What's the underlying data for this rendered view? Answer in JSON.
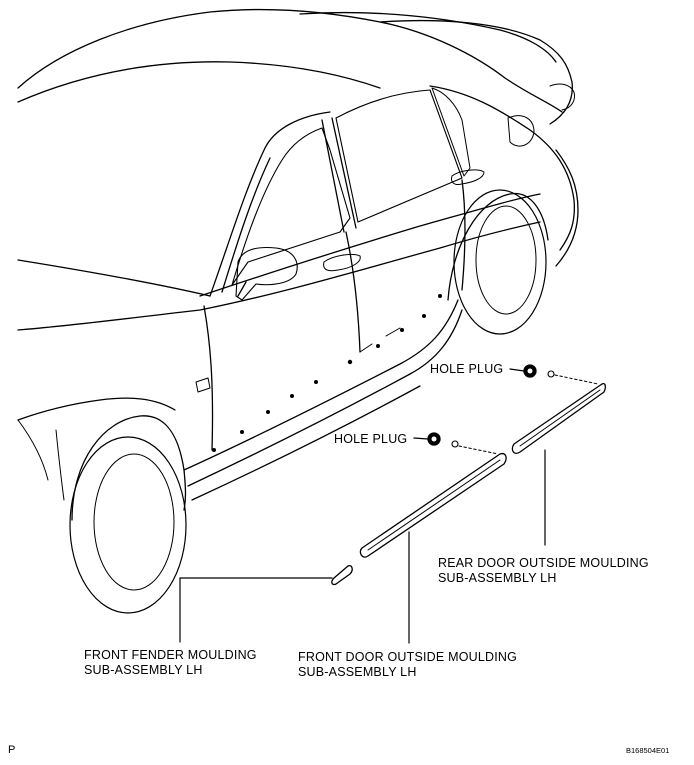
{
  "labels": {
    "hole_plug_rear": "HOLE PLUG",
    "hole_plug_front": "HOLE PLUG",
    "rear_door_moulding": {
      "line1": "REAR DOOR OUTSIDE MOULDING",
      "line2": "SUB-ASSEMBLY LH"
    },
    "front_fender_moulding": {
      "line1": "FRONT FENDER MOULDING",
      "line2": "SUB-ASSEMBLY LH"
    },
    "front_door_moulding": {
      "line1": "FRONT DOOR OUTSIDE MOULDING",
      "line2": "SUB-ASSEMBLY LH"
    }
  },
  "footer": {
    "page_marker": "P",
    "figure_code": "B168504E01"
  }
}
